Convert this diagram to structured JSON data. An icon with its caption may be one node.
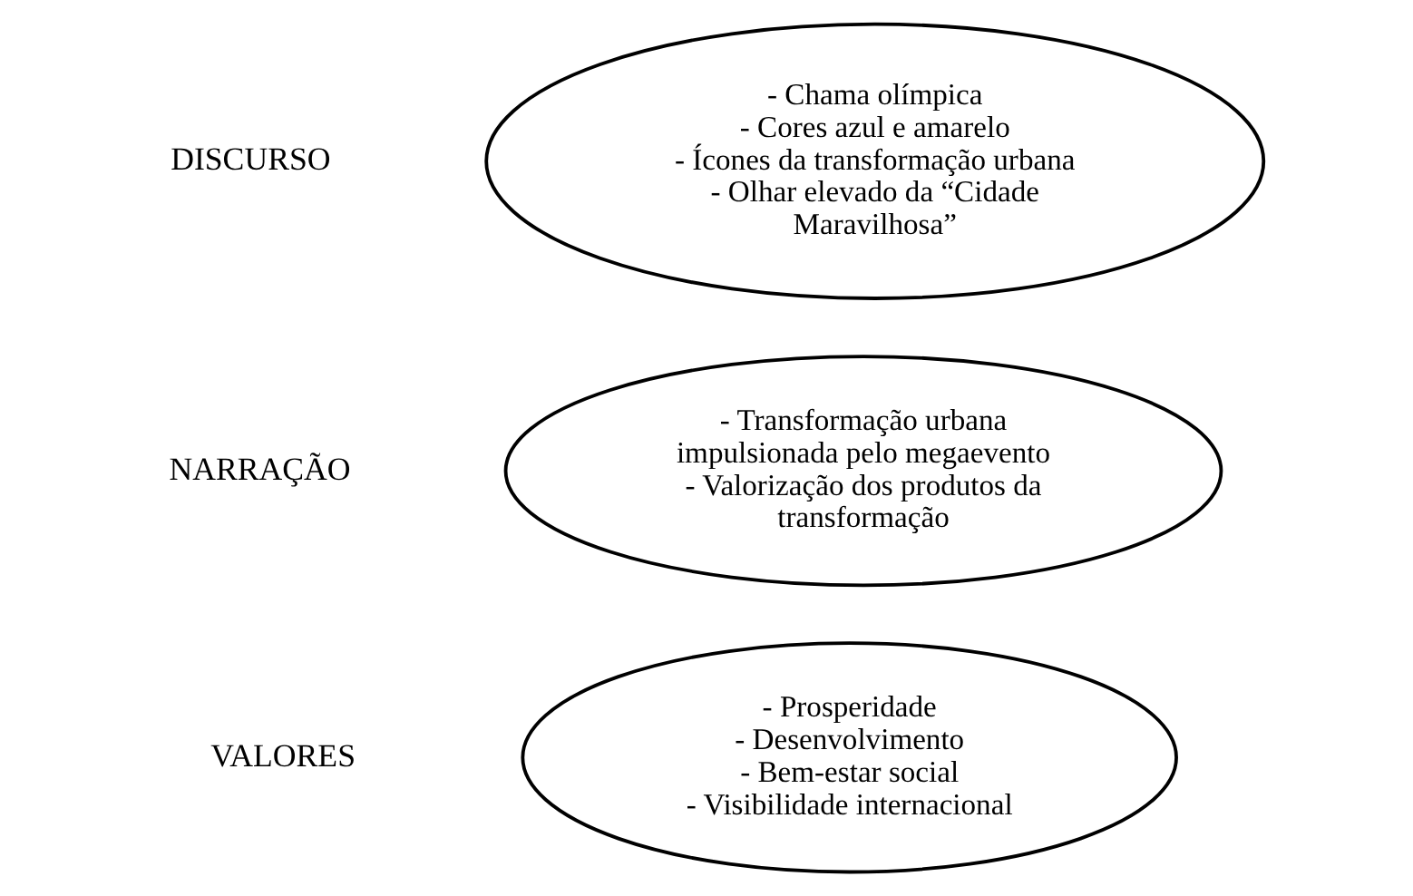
{
  "diagram": {
    "nodes": [
      {
        "text": [
          "- Chama olímpica",
          "- Cores azul e amarelo",
          "- Ícones da transformação urbana",
          "- Olhar elevado da “Cidade Maravilhosa”"
        ]
      },
      {
        "text": [
          "- Transformação urbana impulsionada pelo megaevento",
          "- Valorização dos produtos da transformação"
        ]
      },
      {
        "text": [
          "- Prosperidade",
          "- Desenvolvimento",
          "- Bem-estar social",
          "- Visibilidade internacional"
        ]
      }
    ],
    "labels": [
      "DISCURSO",
      "NARRAÇÃO",
      "VALORES"
    ]
  }
}
